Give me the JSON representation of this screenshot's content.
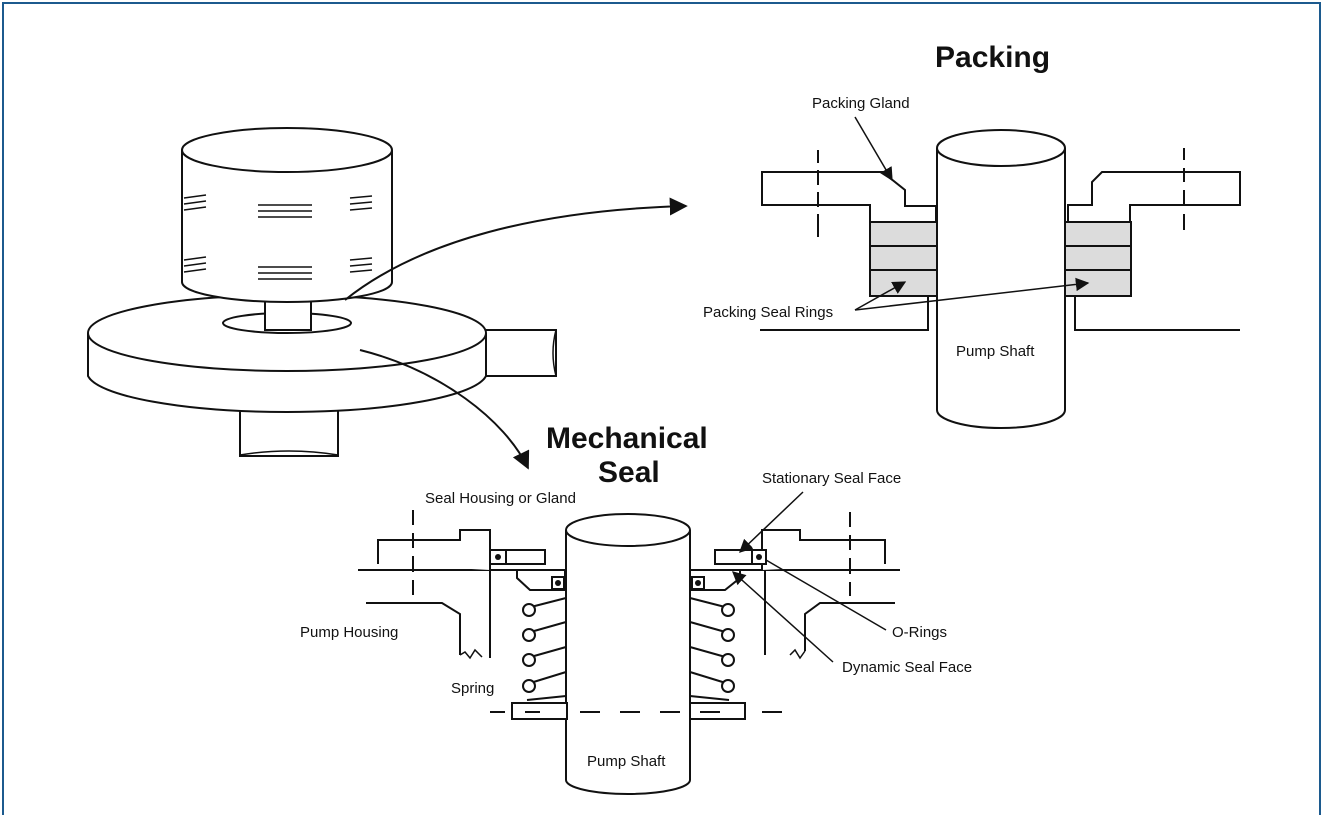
{
  "figure": {
    "titles": {
      "packing": "Packing",
      "mechanical_seal_line1": "Mechanical",
      "mechanical_seal_line2": "Seal"
    },
    "labels": {
      "packing_gland": "Packing Gland",
      "packing_seal_rings": "Packing Seal Rings",
      "pump_shaft_packing": "Pump Shaft",
      "seal_housing": "Seal Housing or Gland",
      "stationary_seal_face": "Stationary Seal Face",
      "pump_housing": "Pump Housing",
      "spring": "Spring",
      "o_rings": "O-Rings",
      "dynamic_seal_face": "Dynamic Seal Face",
      "pump_shaft_seal": "Pump Shaft"
    },
    "colors": {
      "frame_border": "#1c5a8e",
      "packing_fill": "#dcdcdc",
      "line": "#111111"
    }
  }
}
